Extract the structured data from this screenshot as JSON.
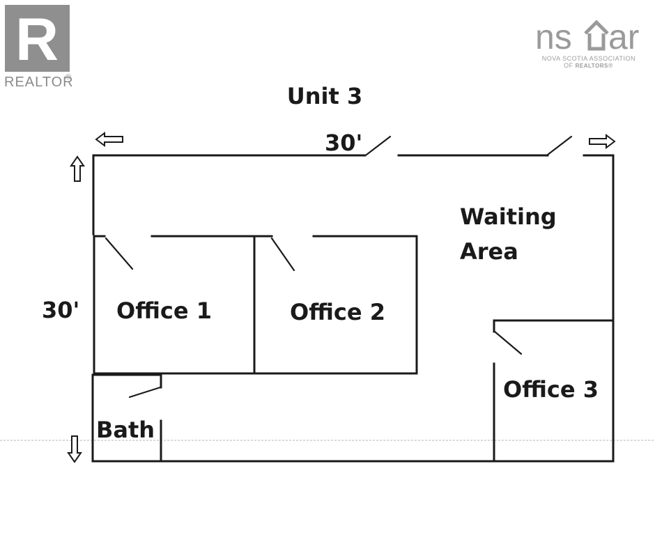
{
  "logos": {
    "realtor": {
      "mark": "R",
      "wordmark": "REALTOR",
      "registered": "®"
    },
    "nsar": {
      "mark_left": "ns",
      "mark_right": "ar",
      "line1": "NOVA SCOTIA ASSOCIATION",
      "line2_prefix": "OF ",
      "line2_bold": "REALTORS",
      "line2_suffix": "®"
    }
  },
  "plan": {
    "title": "Unit 3",
    "width_label": "30'",
    "depth_label": "30'",
    "rooms": {
      "waiting_line1": "Waiting",
      "waiting_line2": "Area",
      "office1": "Office 1",
      "office2": "Office 2",
      "office3": "Office 3",
      "bath": "Bath"
    }
  },
  "colors": {
    "ink": "#1a1a1a",
    "logo_gray": "#8a8a8a",
    "background": "#ffffff"
  }
}
